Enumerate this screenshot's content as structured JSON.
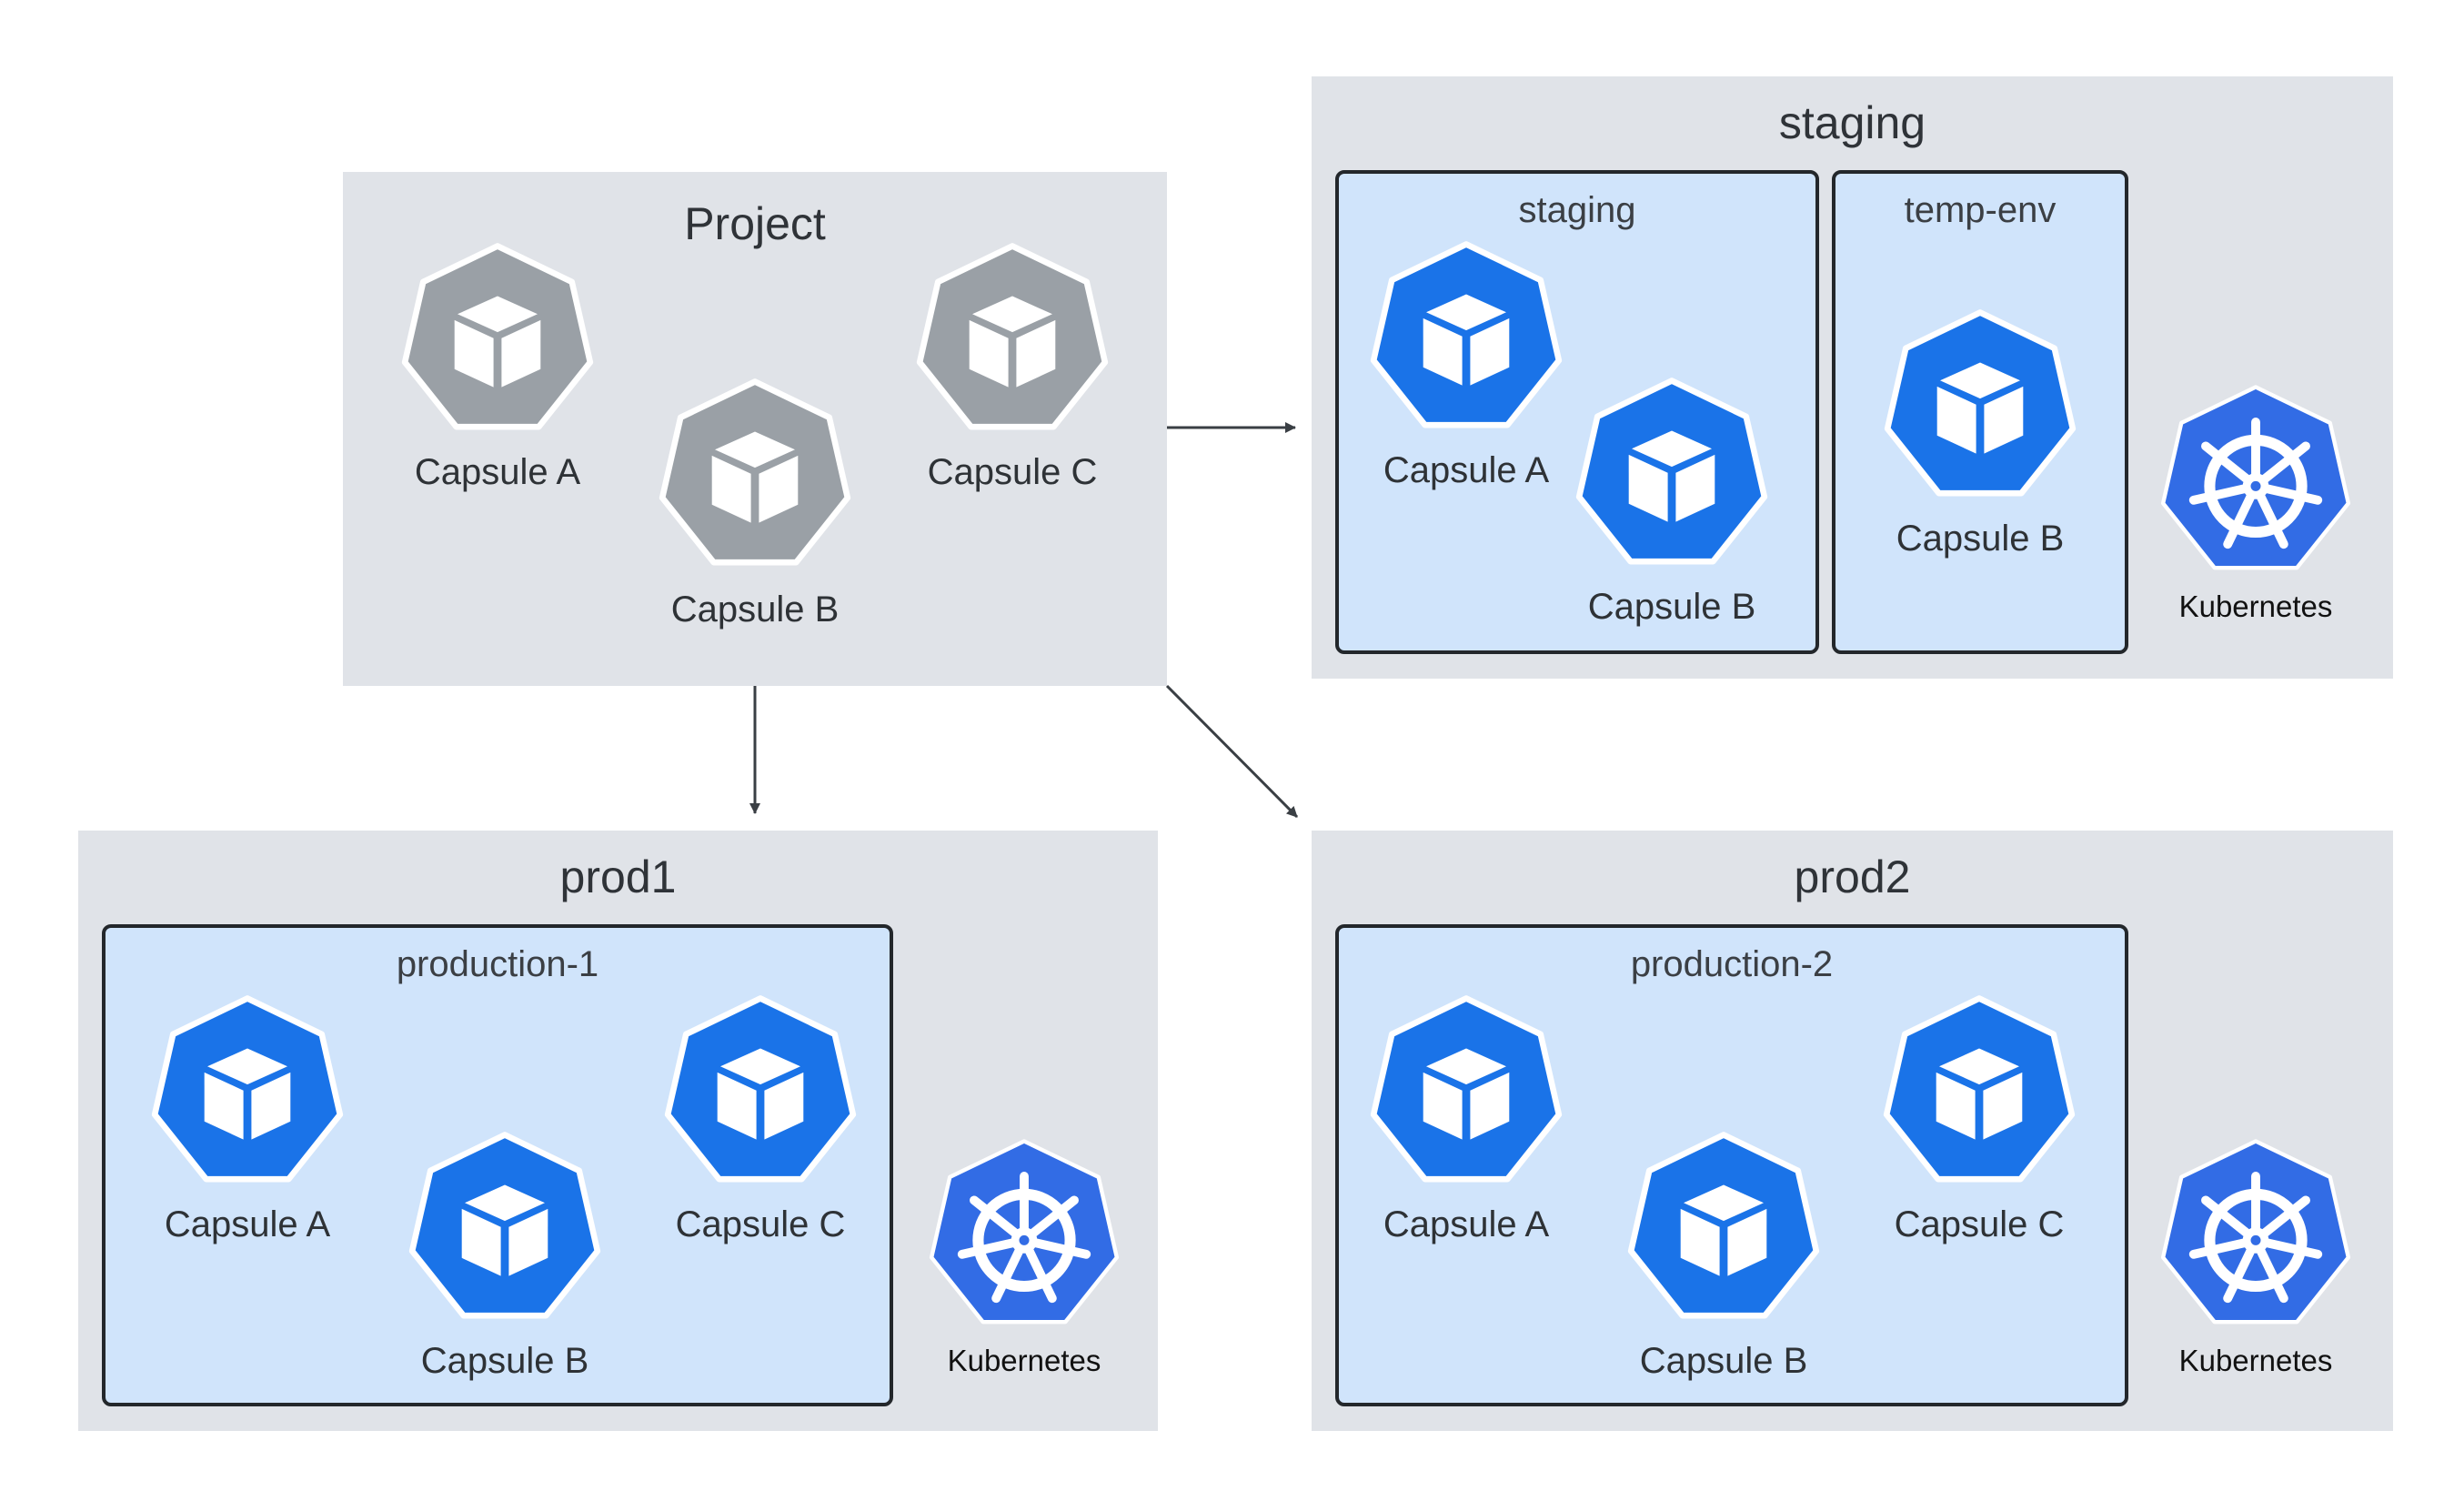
{
  "colors": {
    "panel_bg": "#e0e3e8",
    "env_bg": "#d0e4fb",
    "env_border": "#23272b",
    "capsule_blue": "#1a73e8",
    "capsule_gray": "#9aa0a6",
    "kubernetes_blue": "#326ce5",
    "arrow": "#3a3f44"
  },
  "icons": {
    "capsule": "cube-icon",
    "kubernetes": "kubernetes-helm-icon"
  },
  "project": {
    "title": "Project",
    "capsules": [
      "Capsule A",
      "Capsule B",
      "Capsule C"
    ]
  },
  "staging": {
    "title": "staging",
    "envs": [
      {
        "title": "staging",
        "capsules": [
          "Capsule A",
          "Capsule B"
        ]
      },
      {
        "title": "temp-env",
        "capsules": [
          "Capsule B"
        ]
      }
    ],
    "platform": "Kubernetes"
  },
  "prod1": {
    "title": "prod1",
    "env": {
      "title": "production-1",
      "capsules": [
        "Capsule A",
        "Capsule B",
        "Capsule C"
      ]
    },
    "platform": "Kubernetes"
  },
  "prod2": {
    "title": "prod2",
    "env": {
      "title": "production-2",
      "capsules": [
        "Capsule A",
        "Capsule B",
        "Capsule C"
      ]
    },
    "platform": "Kubernetes"
  }
}
